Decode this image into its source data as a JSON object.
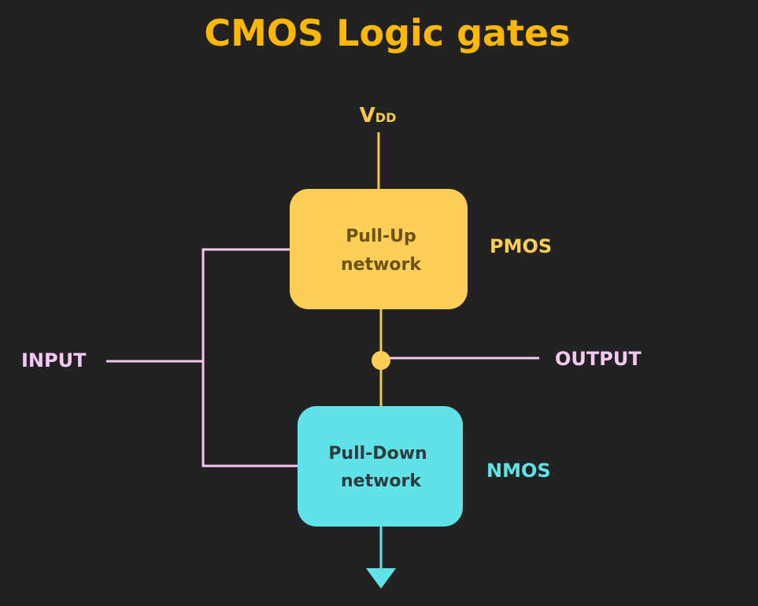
{
  "title": "CMOS Logic gates",
  "supply": {
    "main": "V",
    "sub": "DD"
  },
  "pull_up": {
    "line1": "Pull-Up",
    "line2": "network",
    "type_label": "PMOS"
  },
  "pull_down": {
    "line1": "Pull-Down",
    "line2": "network",
    "type_label": "NMOS"
  },
  "input_label": "INPUT",
  "output_label": "OUTPUT",
  "colors": {
    "background": "#222222",
    "title": "#FFB800",
    "pull_up_fill": "#FECF57",
    "pull_up_text": "#6B5210",
    "pull_down_fill": "#5FE2E8",
    "pull_down_text": "#2E3A3C",
    "wire_supply": "#F5C84A",
    "wire_signal": "#F5C8F2",
    "nmos_label": "#5FE2E8"
  }
}
